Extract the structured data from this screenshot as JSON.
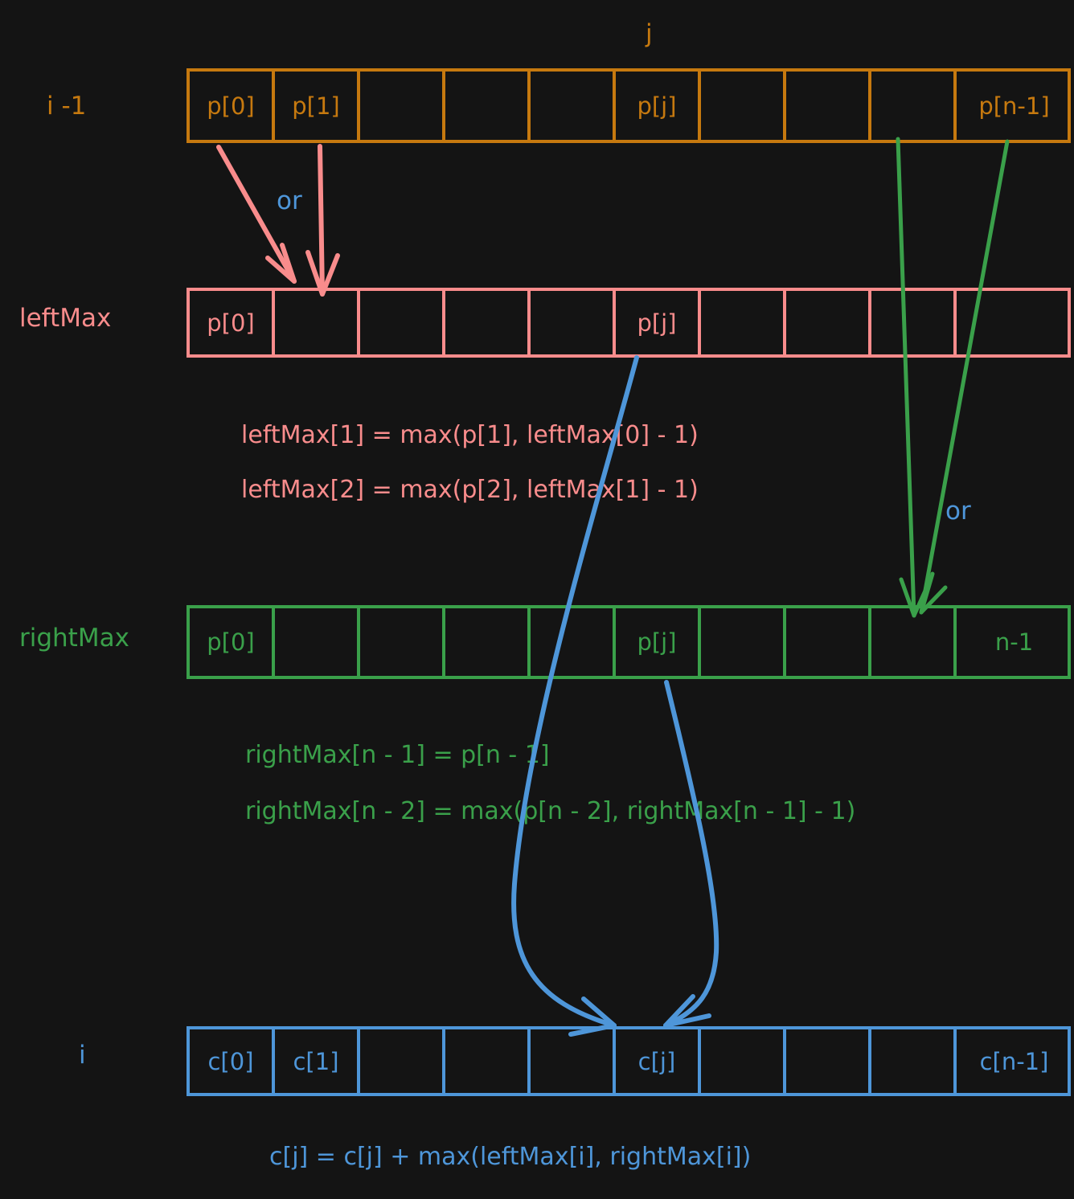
{
  "palette": {
    "background": "#141414",
    "orange": "#C6790F",
    "pink": "#F98C8C",
    "green": "#3AA04A",
    "blue": "#4E96D9"
  },
  "pointer_labels": {
    "j_top": "j",
    "or_left": "or",
    "or_right": "or"
  },
  "rows": [
    {
      "label": "i -1",
      "color": "orange",
      "cells": [
        "p[0]",
        "p[1]",
        "",
        "",
        "",
        "p[j]",
        "",
        "",
        "",
        "p[n-1]"
      ]
    },
    {
      "label": "leftMax",
      "color": "pink",
      "cells": [
        "p[0]",
        "",
        "",
        "",
        "",
        "p[j]",
        "",
        "",
        "",
        ""
      ]
    },
    {
      "label": "rightMax",
      "color": "green",
      "cells": [
        "p[0]",
        "",
        "",
        "",
        "",
        "p[j]",
        "",
        "",
        "",
        "n-1"
      ]
    },
    {
      "label": "i",
      "color": "blue",
      "cells": [
        "c[0]",
        "c[1]",
        "",
        "",
        "",
        "c[j]",
        "",
        "",
        "",
        "c[n-1]"
      ]
    }
  ],
  "formulas": {
    "leftmax1": "leftMax[1] = max(p[1], leftMax[0] - 1)",
    "leftmax2": "leftMax[2] = max(p[2], leftMax[1] - 1)",
    "rightmax1": "rightMax[n - 1] = p[n - 1]",
    "rightmax2": "rightMax[n - 2] = max(p[n - 2], rightMax[n - 1] - 1)",
    "cost": "c[j] = c[j] + max(leftMax[i], rightMax[i])"
  }
}
